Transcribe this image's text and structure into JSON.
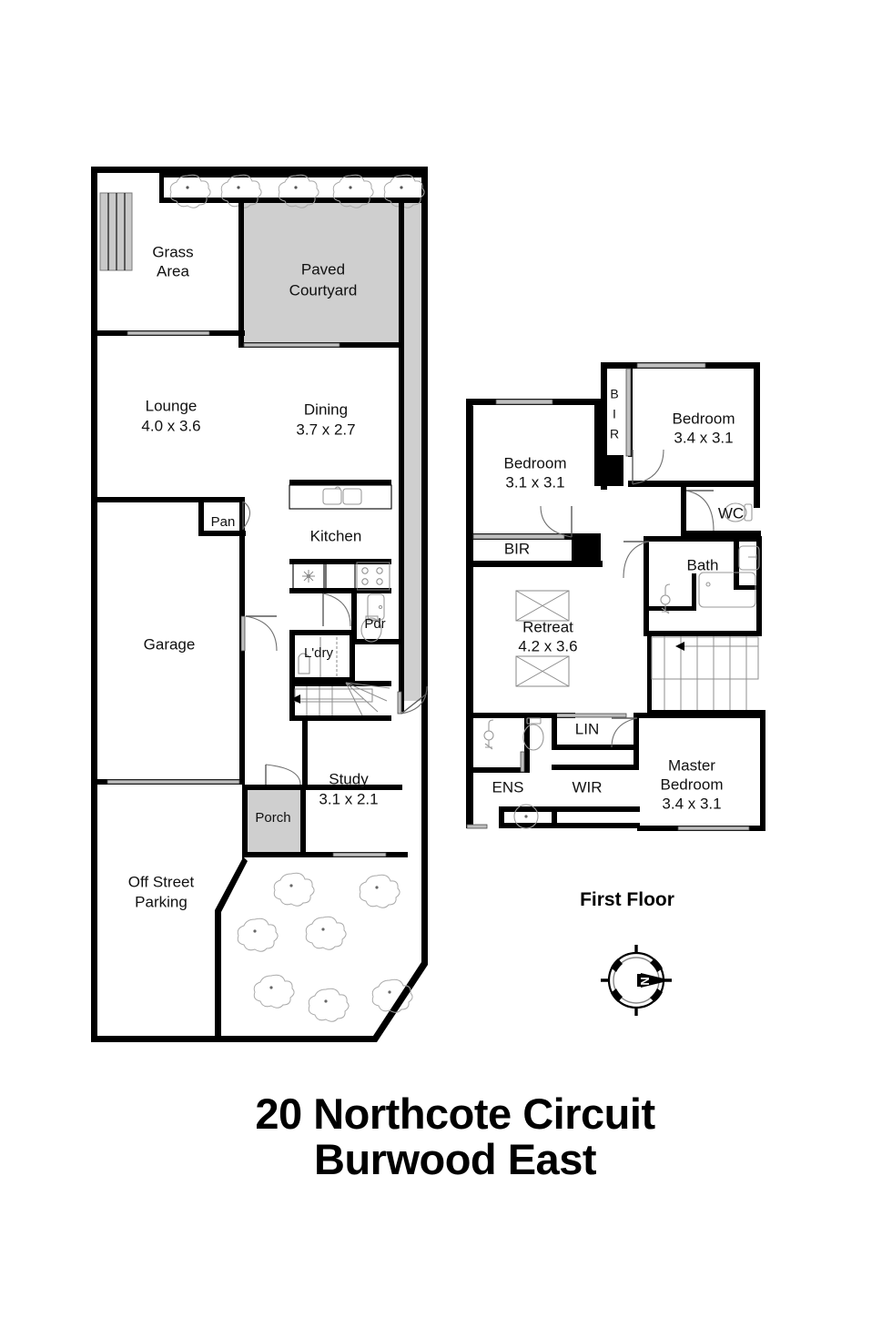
{
  "document": {
    "type": "real-estate-floorplan",
    "address_line1": "20 Northcote Circuit",
    "address_line2": "Burwood East"
  },
  "floors": [
    {
      "id": "ground-floor",
      "title": "",
      "rooms": [
        {
          "name": "Grass Area",
          "label": "Grass",
          "label2": "Area",
          "dimensions": ""
        },
        {
          "name": "Paved Courtyard",
          "label": "Paved",
          "label2": "Courtyard",
          "dimensions": ""
        },
        {
          "name": "Lounge",
          "label": "Lounge",
          "label2": "",
          "dimensions": "4.0 x 3.6"
        },
        {
          "name": "Dining",
          "label": "Dining",
          "label2": "",
          "dimensions": "3.7 x 2.7"
        },
        {
          "name": "Kitchen",
          "label": "Kitchen",
          "label2": "",
          "dimensions": ""
        },
        {
          "name": "Pantry",
          "label": "Pan",
          "label2": "",
          "dimensions": ""
        },
        {
          "name": "Powder Room",
          "label": "Pdr",
          "label2": "",
          "dimensions": ""
        },
        {
          "name": "Laundry",
          "label": "L'dry",
          "label2": "",
          "dimensions": ""
        },
        {
          "name": "Garage",
          "label": "Garage",
          "label2": "",
          "dimensions": ""
        },
        {
          "name": "Study",
          "label": "Study",
          "label2": "",
          "dimensions": "3.1 x 2.1"
        },
        {
          "name": "Porch",
          "label": "Porch",
          "label2": "",
          "dimensions": ""
        },
        {
          "name": "Off Street Parking",
          "label": "Off Street",
          "label2": "Parking",
          "dimensions": ""
        }
      ]
    },
    {
      "id": "first-floor",
      "title": "First Floor",
      "rooms": [
        {
          "name": "Bedroom 2",
          "label": "Bedroom",
          "label2": "",
          "dimensions": "3.1 x 3.1"
        },
        {
          "name": "Bedroom 3",
          "label": "Bedroom",
          "label2": "",
          "dimensions": "3.4 x 3.1"
        },
        {
          "name": "Built In Robe (bedroom 3)",
          "label": "B I R",
          "label2": "",
          "dimensions": ""
        },
        {
          "name": "Built In Robe (bedroom 2)",
          "label": "BIR",
          "label2": "",
          "dimensions": ""
        },
        {
          "name": "WC",
          "label": "WC",
          "label2": "",
          "dimensions": ""
        },
        {
          "name": "Bath",
          "label": "Bath",
          "label2": "",
          "dimensions": ""
        },
        {
          "name": "Retreat",
          "label": "Retreat",
          "label2": "",
          "dimensions": "4.2 x 3.6"
        },
        {
          "name": "Linen",
          "label": "LIN",
          "label2": "",
          "dimensions": ""
        },
        {
          "name": "Ensuite",
          "label": "ENS",
          "label2": "",
          "dimensions": ""
        },
        {
          "name": "Walk In Robe",
          "label": "WIR",
          "label2": "",
          "dimensions": ""
        },
        {
          "name": "Master Bedroom",
          "label": "Master",
          "label2": "Bedroom",
          "dimensions": "3.4 x 3.1"
        }
      ]
    }
  ],
  "labels": {
    "ground": {
      "grass_l1": "Grass",
      "grass_l2": "Area",
      "courtyard_l1": "Paved",
      "courtyard_l2": "Courtyard",
      "lounge": "Lounge",
      "lounge_dim": "4.0 x 3.6",
      "dining": "Dining",
      "dining_dim": "3.7 x 2.7",
      "kitchen": "Kitchen",
      "pantry": "Pan",
      "powder": "Pdr",
      "laundry": "L'dry",
      "garage": "Garage",
      "study": "Study",
      "study_dim": "3.1 x 2.1",
      "porch": "Porch",
      "parking_l1": "Off Street",
      "parking_l2": "Parking"
    },
    "first": {
      "bedroom2": "Bedroom",
      "bedroom2_dim": "3.1 x 3.1",
      "bedroom3": "Bedroom",
      "bedroom3_dim": "3.4 x 3.1",
      "bir_vertical_b": "B",
      "bir_vertical_i": "I",
      "bir_vertical_r": "R",
      "bir": "BIR",
      "wc": "WC",
      "bath": "Bath",
      "retreat": "Retreat",
      "retreat_dim": "4.2 x 3.6",
      "lin": "LIN",
      "ens": "ENS",
      "wir": "WIR",
      "master_l1": "Master",
      "master_l2": "Bedroom",
      "master_dim": "3.4 x 3.1",
      "floor_title": "First Floor"
    },
    "compass": {
      "north_letter": "N"
    }
  },
  "colors": {
    "wall": "#000000",
    "paved_fill": "#cfcfcf",
    "window_fill": "#bfbfbf",
    "fixture_stroke": "#8f8f8f",
    "background": "#ffffff",
    "text": "#000000"
  }
}
